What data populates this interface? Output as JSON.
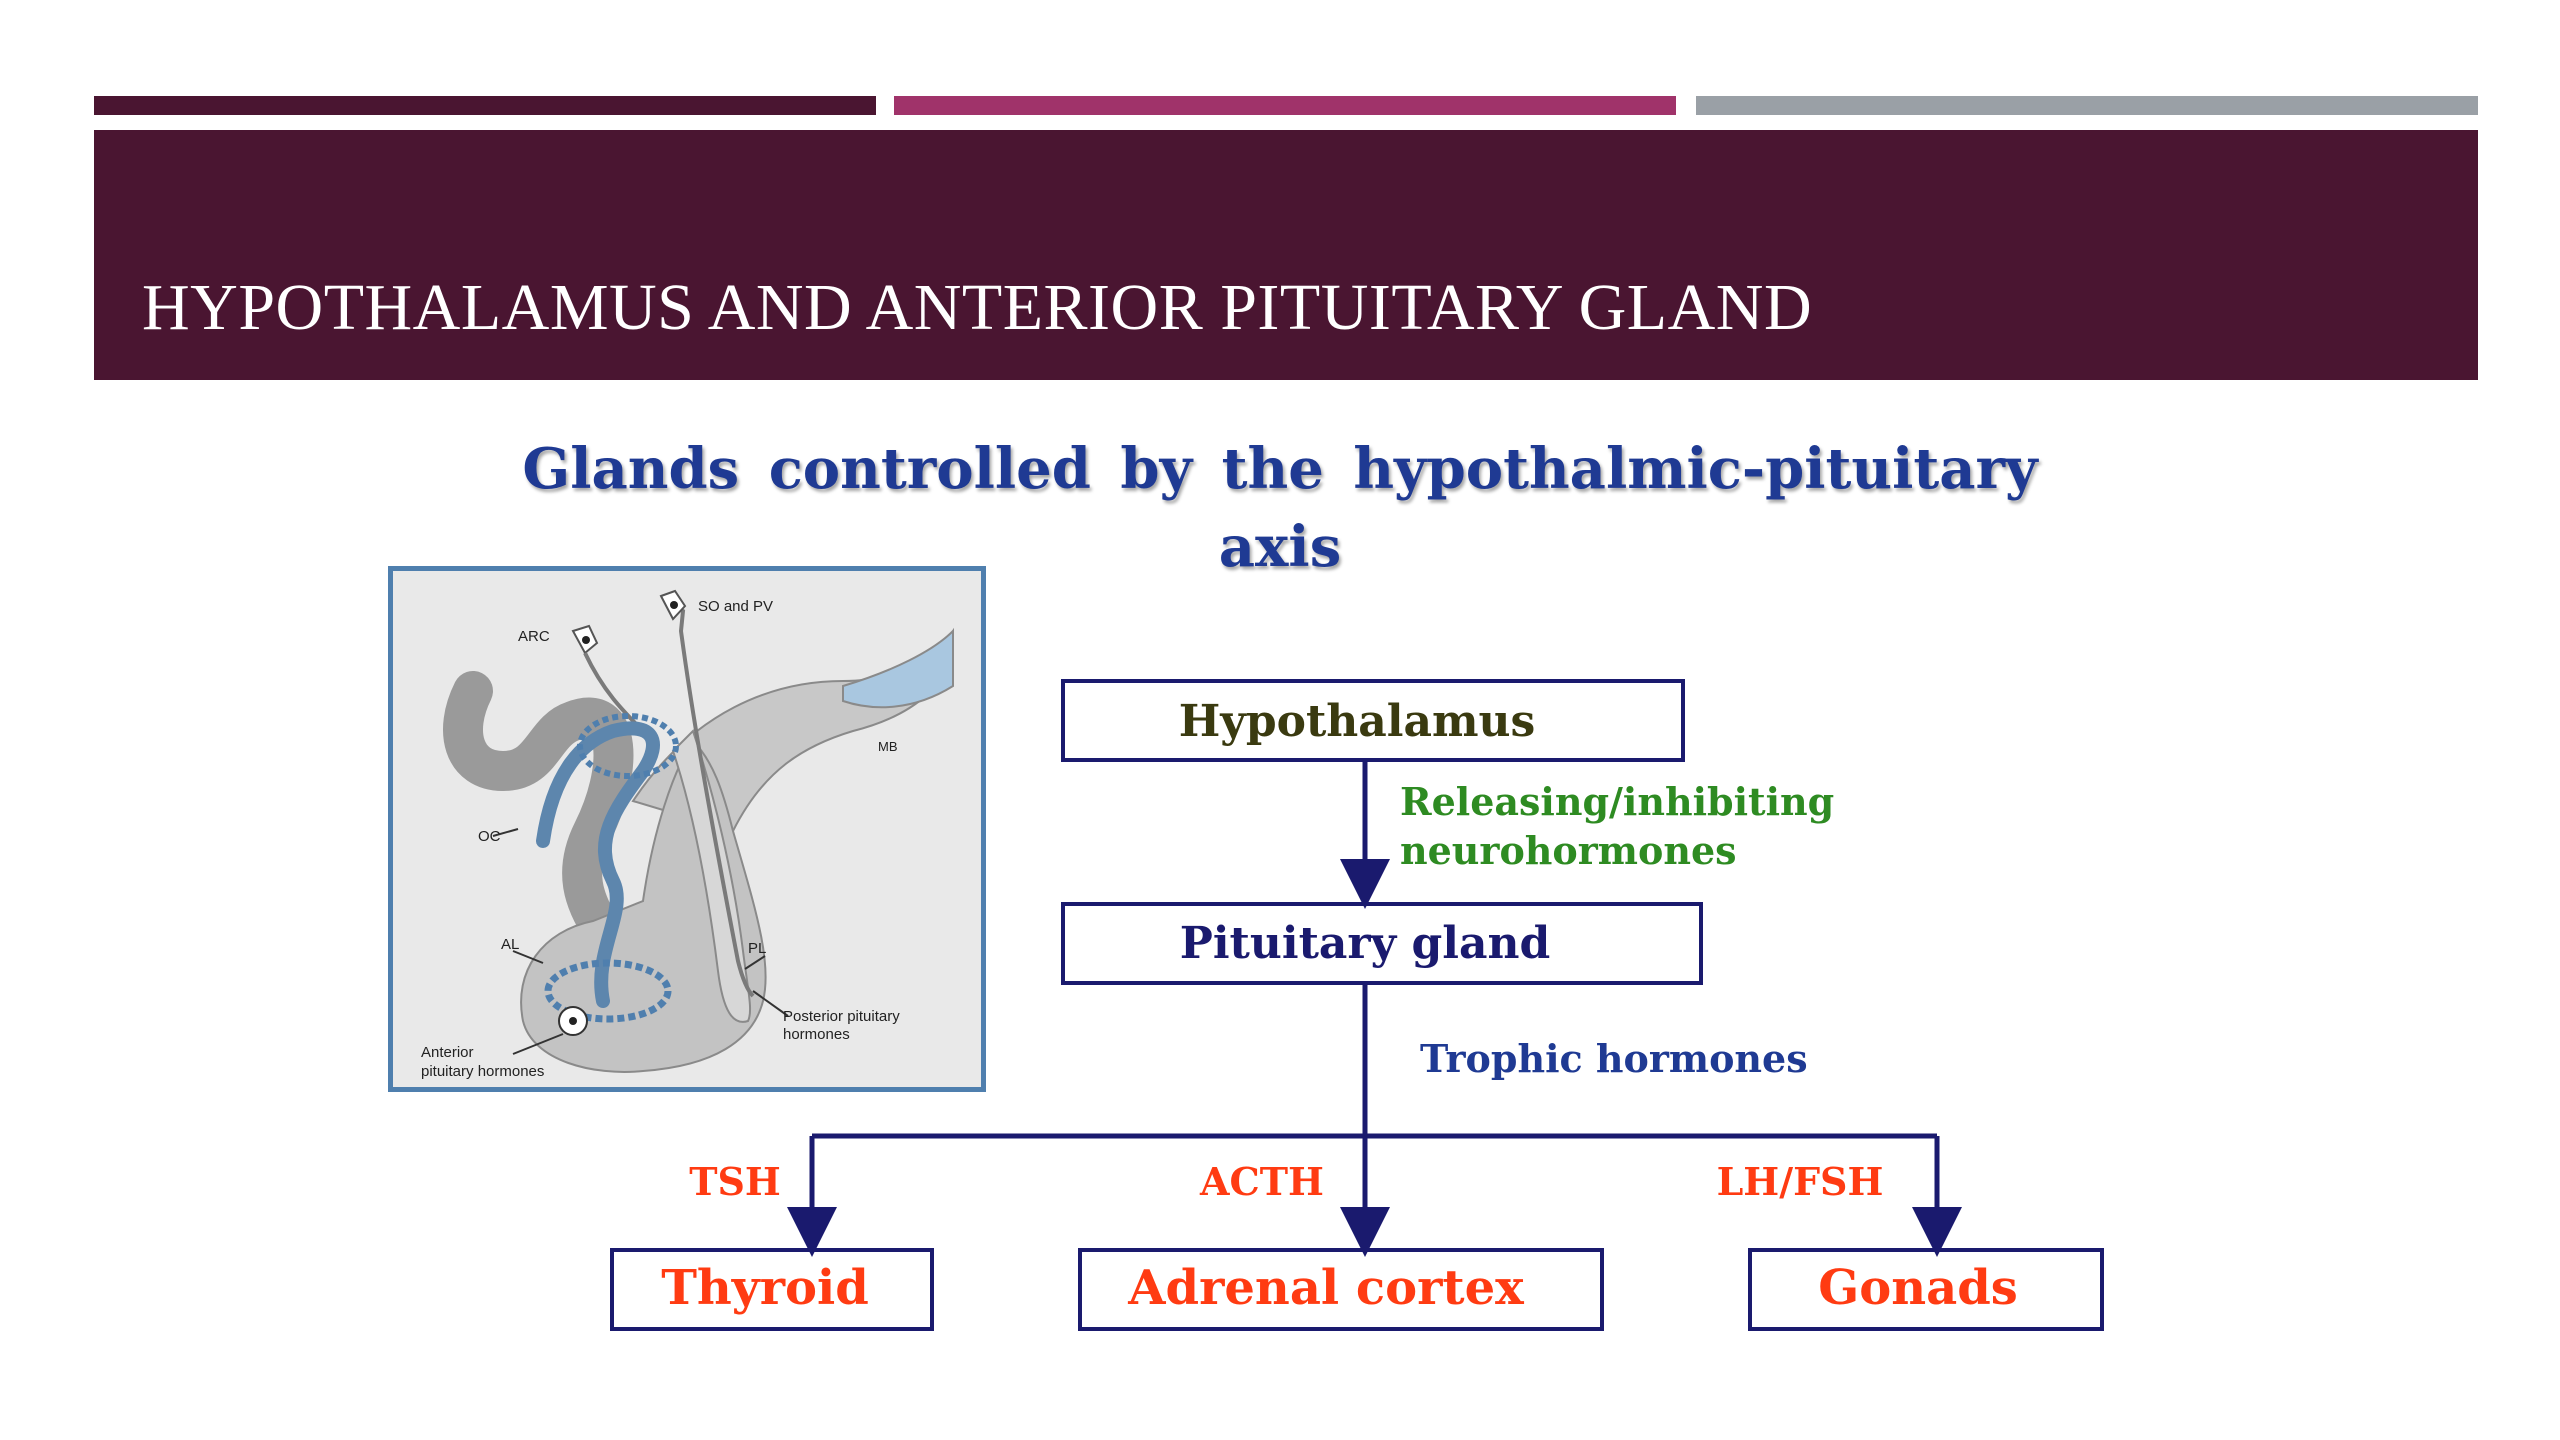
{
  "header": {
    "title": "HYPOTHALAMUS AND ANTERIOR PITUITARY GLAND"
  },
  "subtitle": {
    "line1": "Glands  controlled  by the  hypothalmic-pituitary",
    "line2": "axis"
  },
  "anatomy": {
    "labels": {
      "arc": "ARC",
      "so_pv": "SO and PV",
      "mb": "MB",
      "oc": "OC",
      "al": "AL",
      "pl": "PL",
      "posterior": "Posterior pituitary",
      "posterior2": "hormones",
      "anterior": "Anterior",
      "anterior2": "pituitary hormones"
    }
  },
  "flow": {
    "hypothalamus": "Hypothalamus",
    "releasing1": "Releasing/inhibiting",
    "releasing2": "neurohormones",
    "pituitary": "Pituitary gland",
    "trophic": "Trophic hormones",
    "tsh": "TSH",
    "acth": "ACTH",
    "lhfsh": "LH/FSH",
    "thyroid": "Thyroid",
    "adrenal": "Adrenal cortex",
    "gonads": "Gonads"
  },
  "colors": {
    "maroon": "#4a1531",
    "pink": "#a0336a",
    "grey": "#9aa0a6",
    "navy": "#1a1a6e",
    "green": "#2e8b22",
    "red": "#ff3b12",
    "olive": "#3a3a10"
  }
}
